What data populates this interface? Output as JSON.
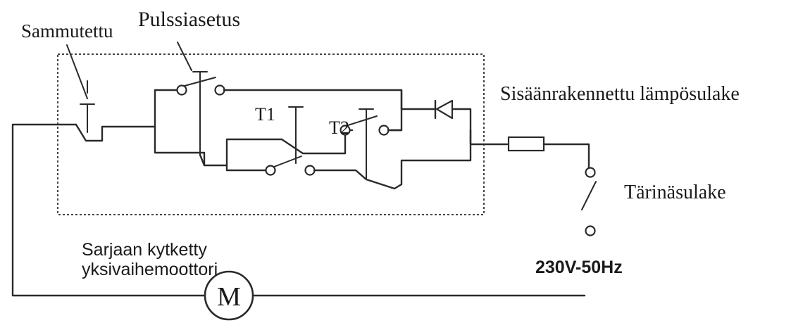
{
  "labels": {
    "off_switch": "Sammutettu",
    "pulse_setting": "Pulssiasetus",
    "t1": "T1",
    "t2": "T2",
    "thermal_fuse": "Sisäänrakennettu lämpösulake",
    "vibration_fuse": "Tärinäsulake",
    "motor_line1": "Sarjaan kytketty",
    "motor_line2": "yksivaihemoottori",
    "motor_symbol": "M",
    "supply": "230V-50Hz"
  }
}
